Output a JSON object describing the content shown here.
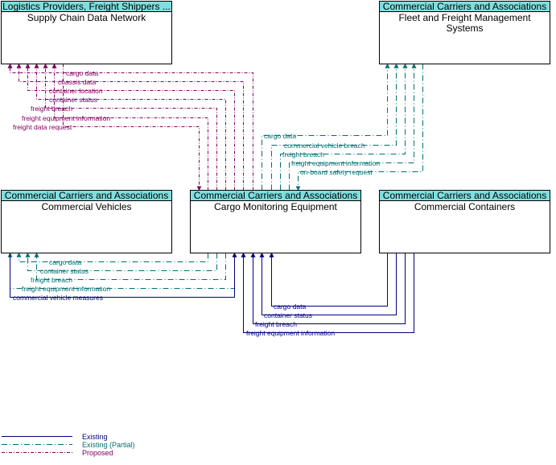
{
  "colors": {
    "existing": "#000080",
    "existing_partial": "#007070",
    "proposed": "#800060",
    "header_fill": "#7fdfdf"
  },
  "boxes": {
    "supply_chain": {
      "owner": "Logistics Providers, Freight Shippers ...",
      "title": [
        "Supply Chain Data Network"
      ]
    },
    "fleet": {
      "owner": "Commercial Carriers and Associations",
      "title": [
        "Fleet and Freight Management",
        "Systems"
      ]
    },
    "vehicles": {
      "owner": "Commercial Carriers and Associations",
      "title": [
        "Commercial Vehicles"
      ]
    },
    "cargo": {
      "owner": "Commercial Carriers and Associations",
      "title": [
        "Cargo Monitoring Equipment"
      ]
    },
    "containers": {
      "owner": "Commercial Carriers and Associations",
      "title": [
        "Commercial Containers"
      ]
    }
  },
  "flows": [
    {
      "from": "cargo",
      "to": "supply_chain",
      "label": "cargo data",
      "status": "proposed"
    },
    {
      "from": "cargo",
      "to": "supply_chain",
      "label": "chassis data",
      "status": "proposed"
    },
    {
      "from": "cargo",
      "to": "supply_chain",
      "label": "container location",
      "status": "proposed"
    },
    {
      "from": "cargo",
      "to": "supply_chain",
      "label": "container status",
      "status": "proposed"
    },
    {
      "from": "cargo",
      "to": "supply_chain",
      "label": "freight breach",
      "status": "proposed"
    },
    {
      "from": "cargo",
      "to": "supply_chain",
      "label": "freight equipment information",
      "status": "proposed"
    },
    {
      "from": "supply_chain",
      "to": "cargo",
      "label": "freight data request",
      "status": "proposed"
    },
    {
      "from": "cargo",
      "to": "fleet",
      "label": "cargo data",
      "status": "existing_partial"
    },
    {
      "from": "cargo",
      "to": "fleet",
      "label": "commercial vehicle breach",
      "status": "existing_partial"
    },
    {
      "from": "cargo",
      "to": "fleet",
      "label": "freight breach",
      "status": "existing_partial"
    },
    {
      "from": "cargo",
      "to": "fleet",
      "label": "freight equipment information",
      "status": "existing_partial"
    },
    {
      "from": "fleet",
      "to": "cargo",
      "label": "on-board safety request",
      "status": "existing_partial"
    },
    {
      "from": "cargo",
      "to": "vehicles",
      "label": "cargo data",
      "status": "existing_partial"
    },
    {
      "from": "cargo",
      "to": "vehicles",
      "label": "container status",
      "status": "existing_partial"
    },
    {
      "from": "cargo",
      "to": "vehicles",
      "label": "freight breach",
      "status": "existing_partial"
    },
    {
      "from": "cargo",
      "to": "vehicles",
      "label": "freight equipment information",
      "status": "existing_partial"
    },
    {
      "from": "vehicles",
      "to": "cargo",
      "label": "commercial vehicle measures",
      "status": "existing"
    },
    {
      "from": "containers",
      "to": "cargo",
      "label": "cargo data",
      "status": "existing"
    },
    {
      "from": "containers",
      "to": "cargo",
      "label": "container status",
      "status": "existing"
    },
    {
      "from": "containers",
      "to": "cargo",
      "label": "freight breach",
      "status": "existing"
    },
    {
      "from": "containers",
      "to": "cargo",
      "label": "freight equipment information",
      "status": "existing"
    }
  ],
  "legend": [
    {
      "label": "Existing",
      "status": "existing"
    },
    {
      "label": "Existing (Partial)",
      "status": "existing_partial"
    },
    {
      "label": "Proposed",
      "status": "proposed"
    }
  ]
}
